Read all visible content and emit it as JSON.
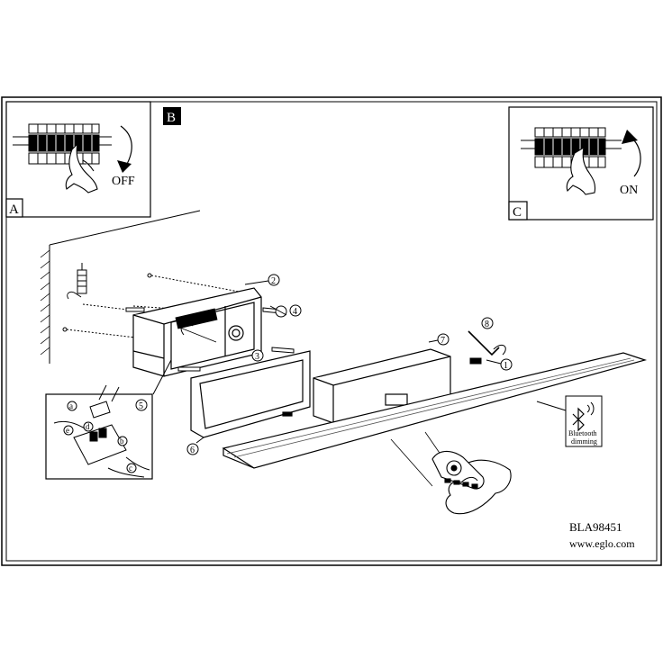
{
  "panels": {
    "a": {
      "letter": "A",
      "action": "OFF"
    },
    "b": {
      "letter": "B"
    },
    "c": {
      "letter": "C",
      "action": "ON"
    }
  },
  "steps": [
    "1",
    "2",
    "3",
    "4",
    "5",
    "6",
    "7",
    "8"
  ],
  "wires": [
    "a",
    "b",
    "c",
    "d",
    "e"
  ],
  "badge": {
    "line1": "Bluetooth",
    "line2": "dimming"
  },
  "product": {
    "code": "BLA98451",
    "website": "www.eglo.com"
  },
  "colors": {
    "ink": "#000000",
    "paper": "#ffffff",
    "gray": "#555555"
  }
}
